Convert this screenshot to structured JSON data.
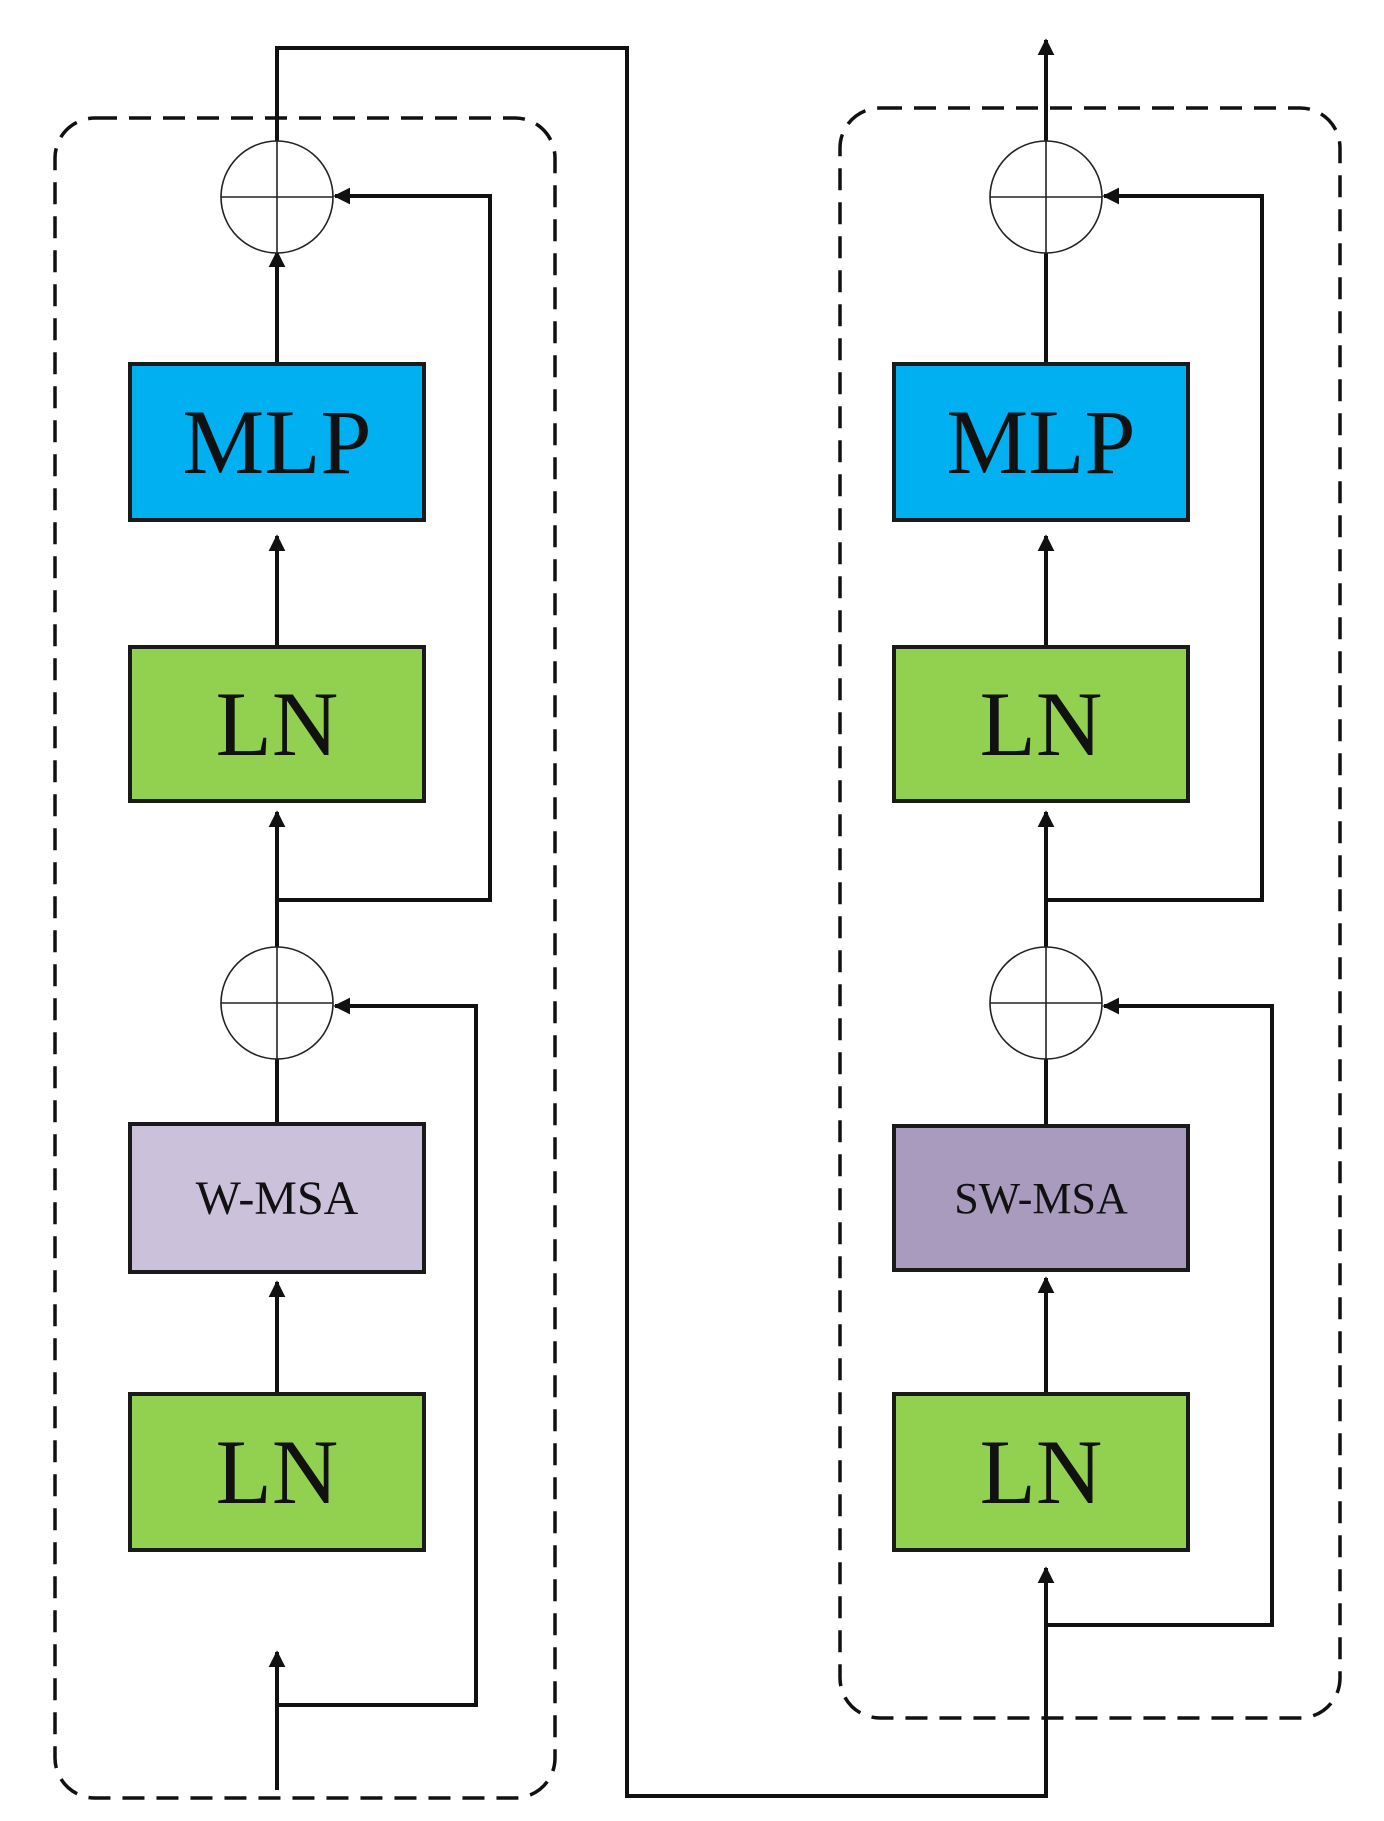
{
  "diagram": {
    "left_block": {
      "ln_bottom": "LN",
      "attention": "W-MSA",
      "ln_top": "LN",
      "mlp": "MLP"
    },
    "right_block": {
      "ln_bottom": "LN",
      "attention": "SW-MSA",
      "ln_top": "LN",
      "mlp": "MLP"
    },
    "colors": {
      "ln": "#92d050",
      "mlp": "#00b0f0",
      "w_msa": "#ccc1da",
      "sw_msa": "#a99bbd",
      "line": "#111111"
    }
  }
}
